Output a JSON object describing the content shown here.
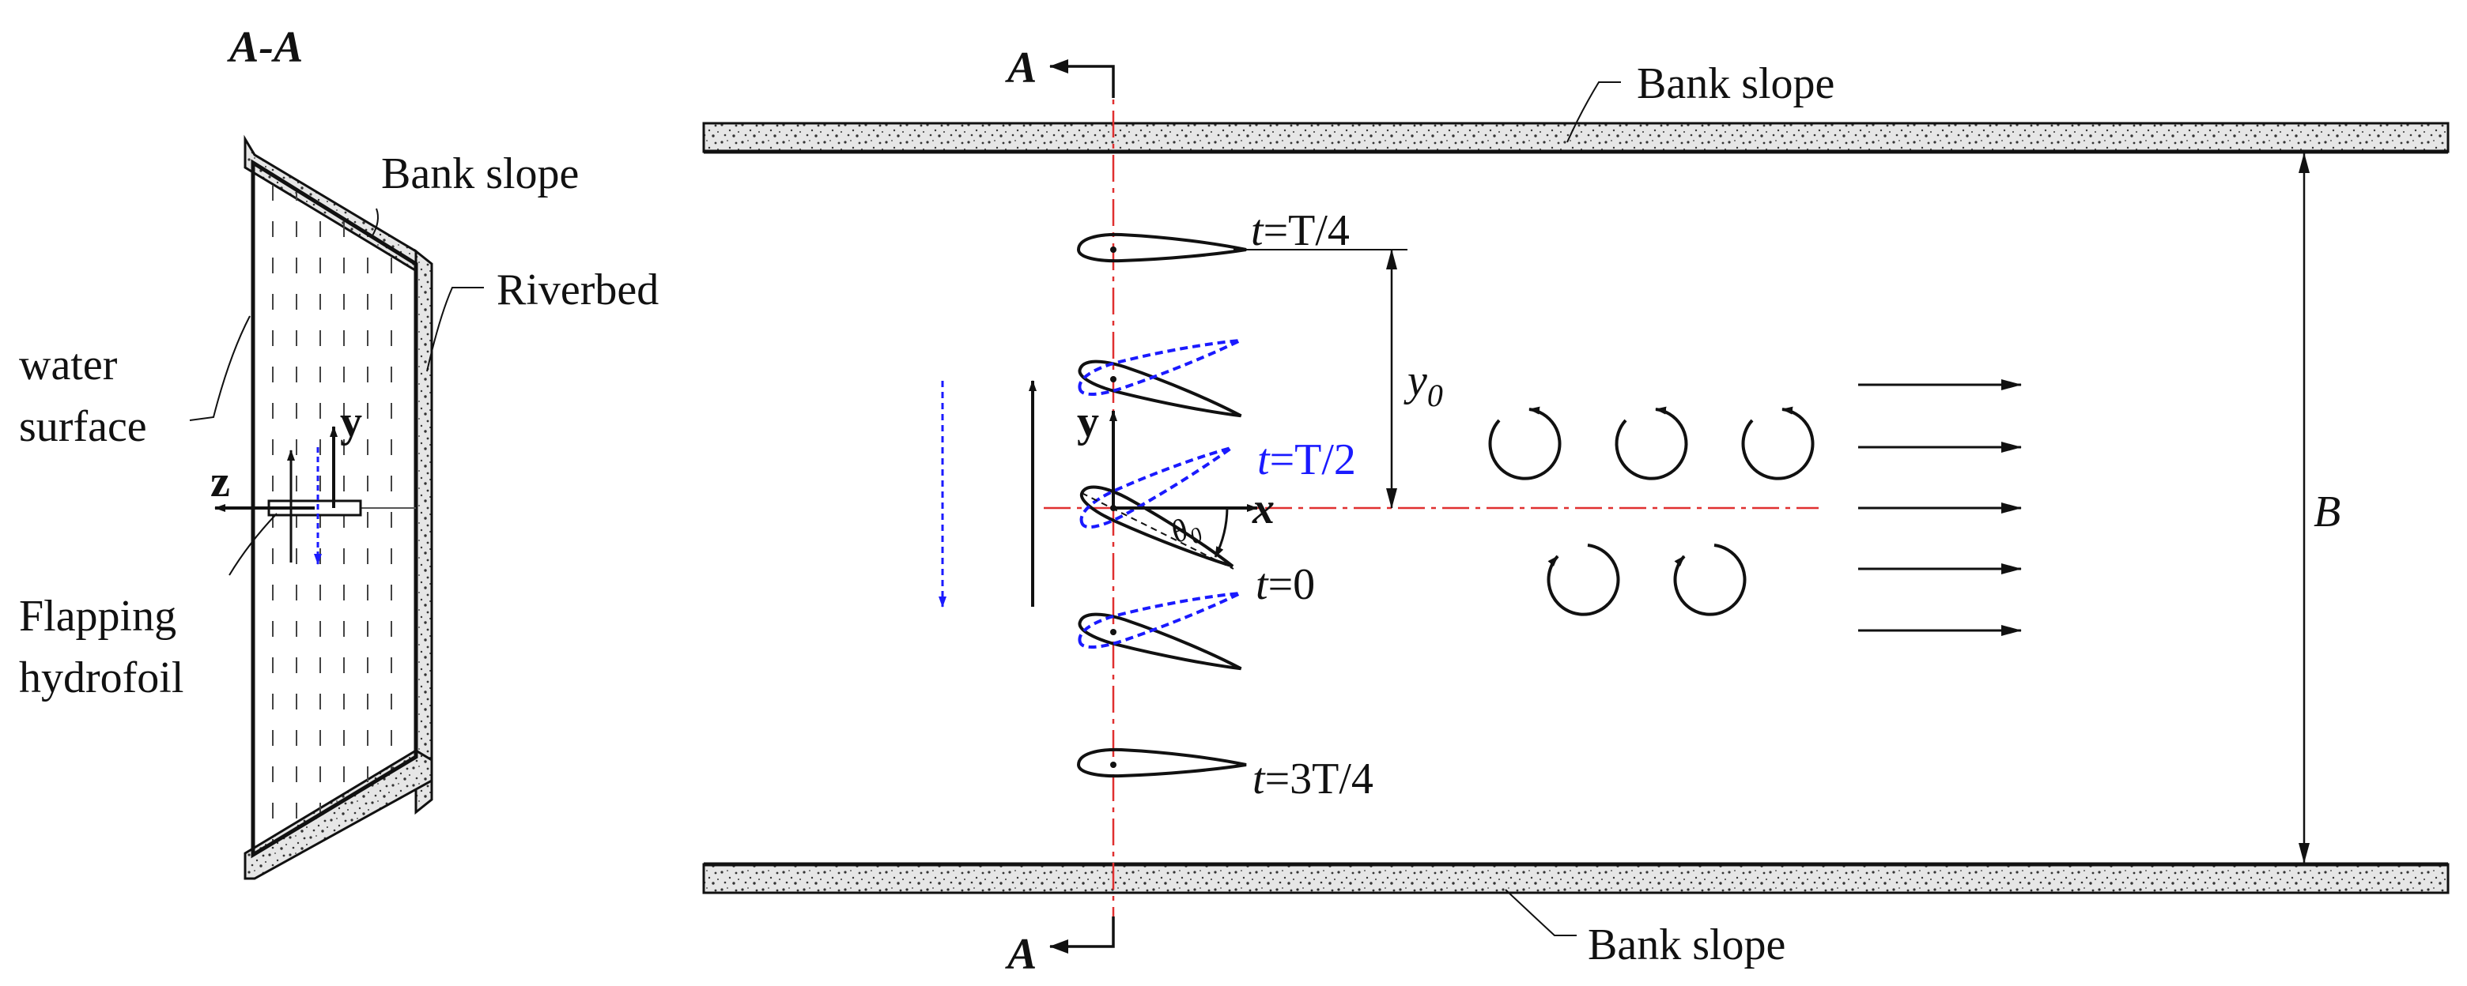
{
  "section": {
    "title": "A-A",
    "bank_slope_label": "Bank slope",
    "riverbed_label": "Riverbed",
    "water_surface_label_1": "water",
    "water_surface_label_2": "surface",
    "hydrofoil_label_1": "Flapping",
    "hydrofoil_label_2": "hydrofoil",
    "axis_z": "z",
    "axis_y": "y"
  },
  "plan": {
    "bank_top_label": "Bank slope",
    "bank_bottom_label": "Bank slope",
    "cut_top": "A",
    "cut_bottom": "A",
    "t_quarter_it": "t",
    "t_quarter_rest": "=T/4",
    "t_half_it": "t",
    "t_half_rest": "=T/2",
    "t_zero_it": "t",
    "t_zero_rest": "=0",
    "t_threequarter_it": "t",
    "t_threequarter_rest": "=3T/4",
    "y0_main": "y",
    "y0_sub": "0",
    "theta_main": "θ",
    "theta_sub": "0",
    "axis_x": "x",
    "axis_y": "y",
    "width_label": "B"
  },
  "colors": {
    "line": "#111111",
    "blue": "#1a1aff",
    "centerline": "#e03030",
    "bank_fill": "#e6e6e6"
  }
}
